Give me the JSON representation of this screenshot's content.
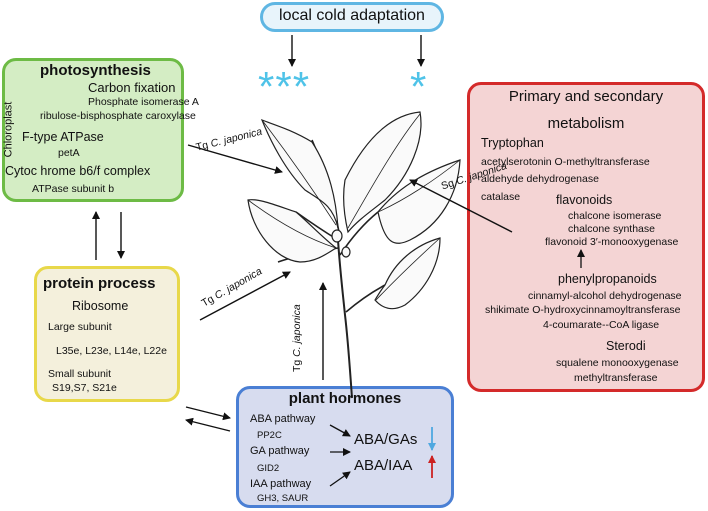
{
  "cold": {
    "title": "local cold adaptation",
    "stars_left": "***",
    "stars_right": "*"
  },
  "photosynthesis": {
    "title": "photosynthesis",
    "side_label": "Chloroplast",
    "carbon_fixation": "Carbon fixation",
    "cf_item1": "Phosphate isomerase A",
    "cf_item2": "ribulose-bisphosphate caroxylase",
    "atpase": "F-type ATPase",
    "atpase_item": "petA",
    "cytoc": "Cytoc hrome b6/f complex",
    "cytoc_item": "ATPase subunit b"
  },
  "metabolism": {
    "title1": "Primary and secondary",
    "title2": "metabolism",
    "tryptophan": "Tryptophan",
    "try1": "acetylserotonin O-methyltransferase",
    "try2": "aldehyde dehydrogenase",
    "try3": "catalase",
    "flavonoids": "flavonoids",
    "fl1": "chalcone isomerase",
    "fl2": "chalcone synthase",
    "fl3": "flavonoid 3′-monooxygenase",
    "phenyl": "phenylpropanoids",
    "ph1": "cinnamyl-alcohol dehydrogenase",
    "ph2": "shikimate O-hydroxycinnamoyltransferase",
    "ph3": "4-coumarate--CoA ligase",
    "sterodi": "Sterodi",
    "st1": "squalene monooxygenase",
    "st2": "methyltransferase"
  },
  "protein": {
    "title": "protein process",
    "ribosome": "Ribosome",
    "large": "Large subunit",
    "large_items": "L35e, L23e, L14e, L22e",
    "small": "Small subunit",
    "small_items": "S19,S7, S21e"
  },
  "hormones": {
    "title": "plant hormones",
    "aba": "ABA pathway",
    "aba_gene": "PP2C",
    "ga": "GA pathway",
    "ga_gene": "GID2",
    "iaa": "IAA pathway",
    "iaa_gene": "GH3, SAUR",
    "ratio1": "ABA/GAs",
    "ratio2": "ABA/IAA"
  },
  "arrow_labels": {
    "tg_top": "Tg C. japonica",
    "sg_right": "Sg C. japonica",
    "tg_left": "Tg C. japonica",
    "tg_bottom": "Tg C. japonica"
  },
  "colors": {
    "cold_border": "#5fb6e3",
    "cold_fill": "#e8f4fb",
    "stars": "#4fc3e8",
    "photo_border": "#6dbb45",
    "photo_fill": "#d4edc4",
    "meta_border": "#d42a2a",
    "meta_fill": "#f4d4d4",
    "protein_border": "#e8d84a",
    "protein_fill": "#f4f0dc",
    "hormone_border": "#4a7fd4",
    "hormone_fill": "#d7dcef",
    "down_arrow": "#4fa8e0",
    "up_arrow": "#cc2222"
  }
}
